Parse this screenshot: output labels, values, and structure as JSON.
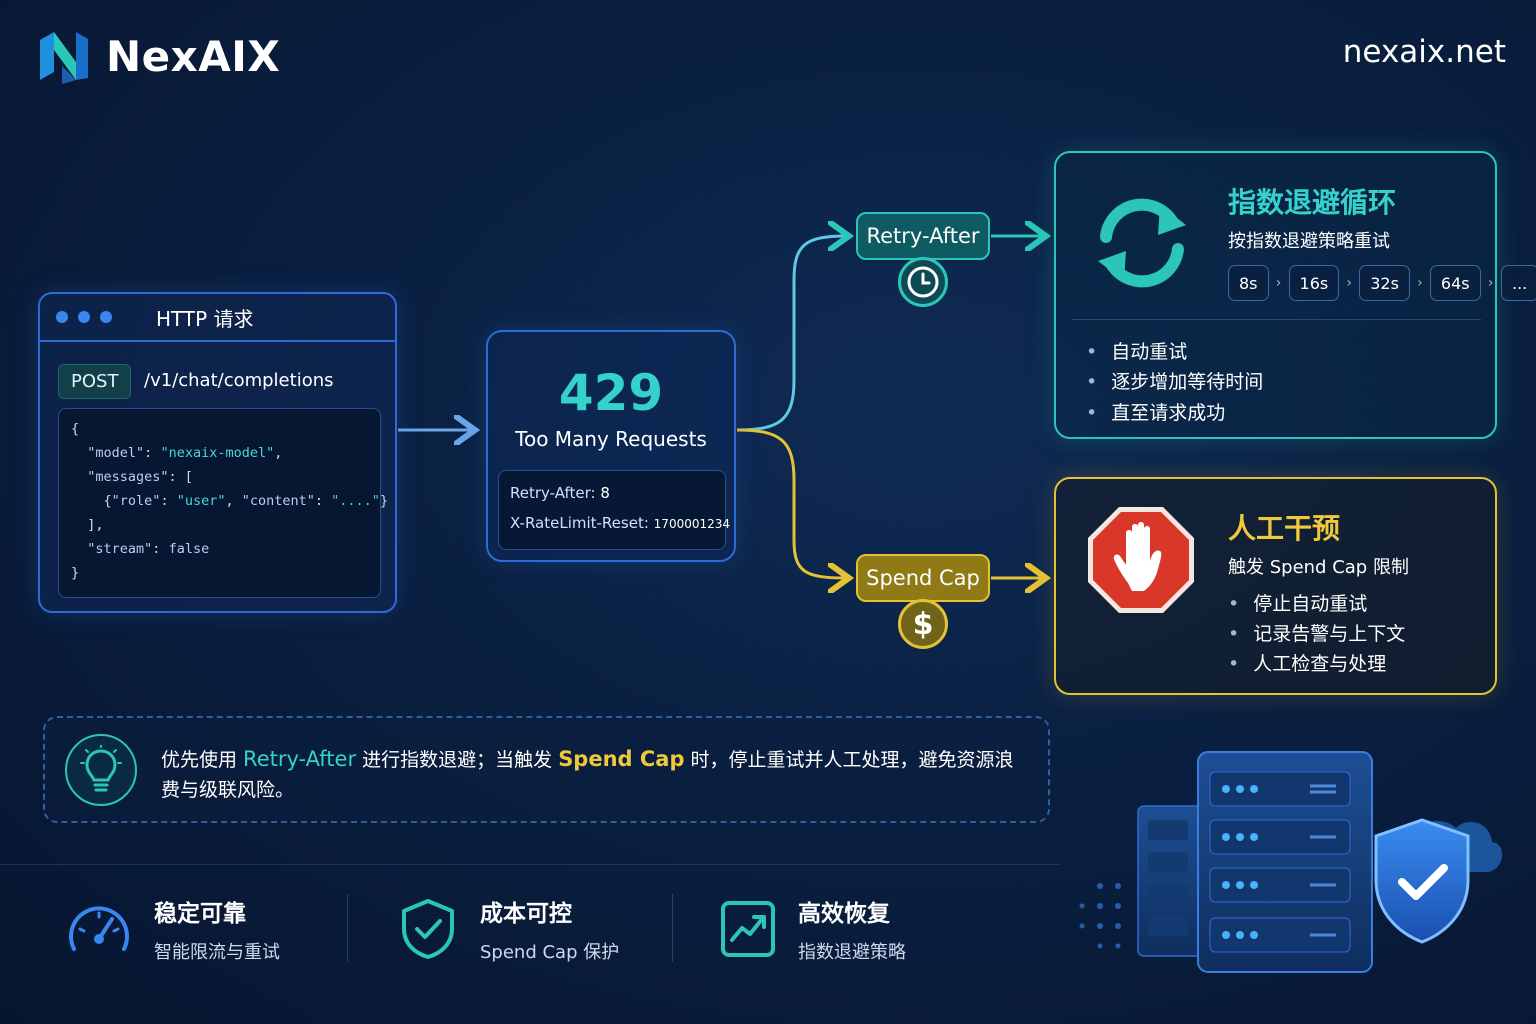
{
  "header": {
    "brand": "NexAIX",
    "site": "nexaix.net"
  },
  "request": {
    "title": "HTTP 请求",
    "method": "POST",
    "endpoint": "/v1/chat/completions",
    "code": {
      "open": "{",
      "model_key": "\"model\"",
      "model_val": "\"nexaix-model\"",
      "messages_key": "\"messages\"",
      "role_key": "\"role\"",
      "role_val": "\"user\"",
      "content_key": "\"content\"",
      "content_val": "\"....\"",
      "close_arr": "],",
      "stream_key": "\"stream\"",
      "stream_val": "false",
      "close": "}"
    }
  },
  "response": {
    "code": "429",
    "text": "Too Many Requests",
    "retry_after_label": "Retry-After:",
    "retry_after_value": "8",
    "reset_label": "X-RateLimit-Reset:",
    "reset_value": "1700001234"
  },
  "branches": {
    "retry_tag": "Retry-After",
    "spend_tag": "Spend Cap",
    "dollar": "$"
  },
  "backoff": {
    "title": "指数退避循环",
    "subtitle": "按指数退避策略重试",
    "steps": [
      "8s",
      "16s",
      "32s",
      "64s",
      "..."
    ],
    "bullets": [
      "自动重试",
      "逐步增加等待时间",
      "直至请求成功"
    ]
  },
  "manual": {
    "title": "人工干预",
    "subtitle": "触发 Spend Cap 限制",
    "bullets": [
      "停止自动重试",
      "记录告警与上下文",
      "人工检查与处理"
    ]
  },
  "tip": {
    "t1": "优先使用 ",
    "hl1": "Retry-After",
    "t2": " 进行指数退避；当触发 ",
    "hl2": "Spend Cap",
    "t3": " 时，停止重试并人工处理，避免资源浪费与级联风险。"
  },
  "features": [
    {
      "title": "稳定可靠",
      "sub": "智能限流与重试"
    },
    {
      "title": "成本可控",
      "sub": "Spend Cap 保护"
    },
    {
      "title": "高效恢复",
      "sub": "指数退避策略"
    }
  ],
  "colors": {
    "teal": "#2bc6b8",
    "gold": "#e3c233",
    "blue": "#2f6bd4",
    "stop_red": "#d8372a"
  }
}
